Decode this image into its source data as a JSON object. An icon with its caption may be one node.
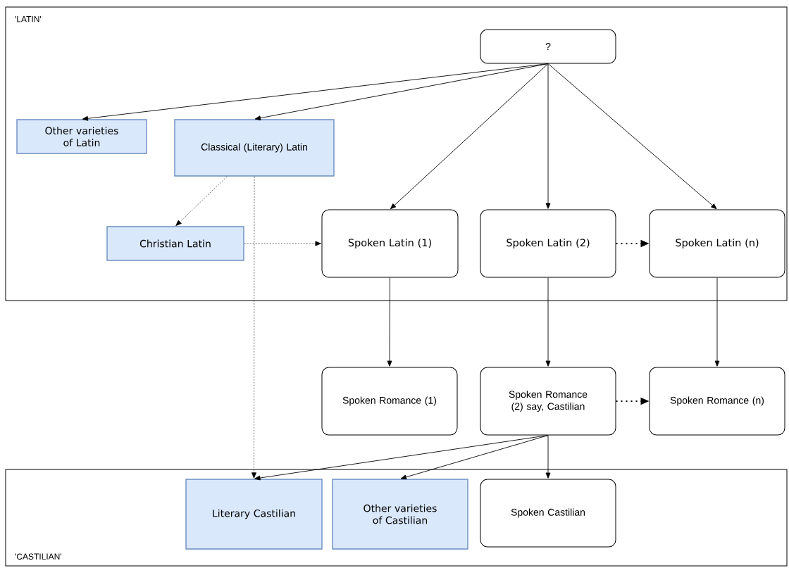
{
  "diagram": {
    "nodes": [
      {
        "text": [
          "'LATIN'"
        ]
      },
      {
        "text": [
          "?"
        ],
        "in": 0
      },
      {
        "text": [
          "Other varieties of Latin"
        ],
        "in": 0
      },
      {
        "text": [
          "Classical (Literary) Latin"
        ],
        "in": 0
      },
      {
        "text": [
          "Christian Latin"
        ],
        "in": 0
      },
      {
        "text": [
          "Spoken Latin (1)"
        ],
        "in": 0
      },
      {
        "text": [
          "Spoken Latin (2)"
        ],
        "in": 0
      },
      {
        "text": [
          "Spoken Latin (n)"
        ],
        "in": 0
      },
      {
        "text": [
          "Spoken Romance (1)"
        ]
      },
      {
        "text": [
          "Spoken Romance (2) say, Castilian"
        ]
      },
      {
        "text": [
          "Spoken Romance (n)"
        ]
      },
      {
        "text": [
          "'CASTILIAN'"
        ]
      },
      {
        "text": [
          "Literary Castilian"
        ],
        "in": 11
      },
      {
        "text": [
          "Other varieties of Castilian"
        ],
        "in": 11
      },
      {
        "text": [
          "Spoken Castilian"
        ],
        "in": 11
      }
    ],
    "edges": [
      {
        "from": 1,
        "to": 2,
        "arrow": "to"
      },
      {
        "from": 1,
        "to": 3,
        "arrow": "to"
      },
      {
        "from": 1,
        "to": 5,
        "arrow": "to"
      },
      {
        "from": 1,
        "to": 6,
        "arrow": "to"
      },
      {
        "from": 1,
        "to": 7,
        "arrow": "to"
      },
      {
        "from": 3,
        "to": 4,
        "arrow": "to",
        "style": "dashed"
      },
      {
        "from": 4,
        "to": 5,
        "arrow": "to",
        "style": "dashed"
      },
      {
        "from": 6,
        "to": 7,
        "arrow": "to",
        "style": "dashed"
      },
      {
        "from": 3,
        "to": 12,
        "arrow": "to",
        "style": "dashed"
      },
      {
        "from": 5,
        "to": 8,
        "arrow": "to"
      },
      {
        "from": 6,
        "to": 9,
        "arrow": "to"
      },
      {
        "from": 7,
        "to": 10,
        "arrow": "to"
      },
      {
        "from": 9,
        "to": 10,
        "arrow": "to",
        "style": "dashed"
      },
      {
        "from": 9,
        "to": 12,
        "arrow": "to"
      },
      {
        "from": 9,
        "to": 13,
        "arrow": "to"
      },
      {
        "from": 9,
        "to": 14,
        "arrow": "to"
      }
    ]
  }
}
